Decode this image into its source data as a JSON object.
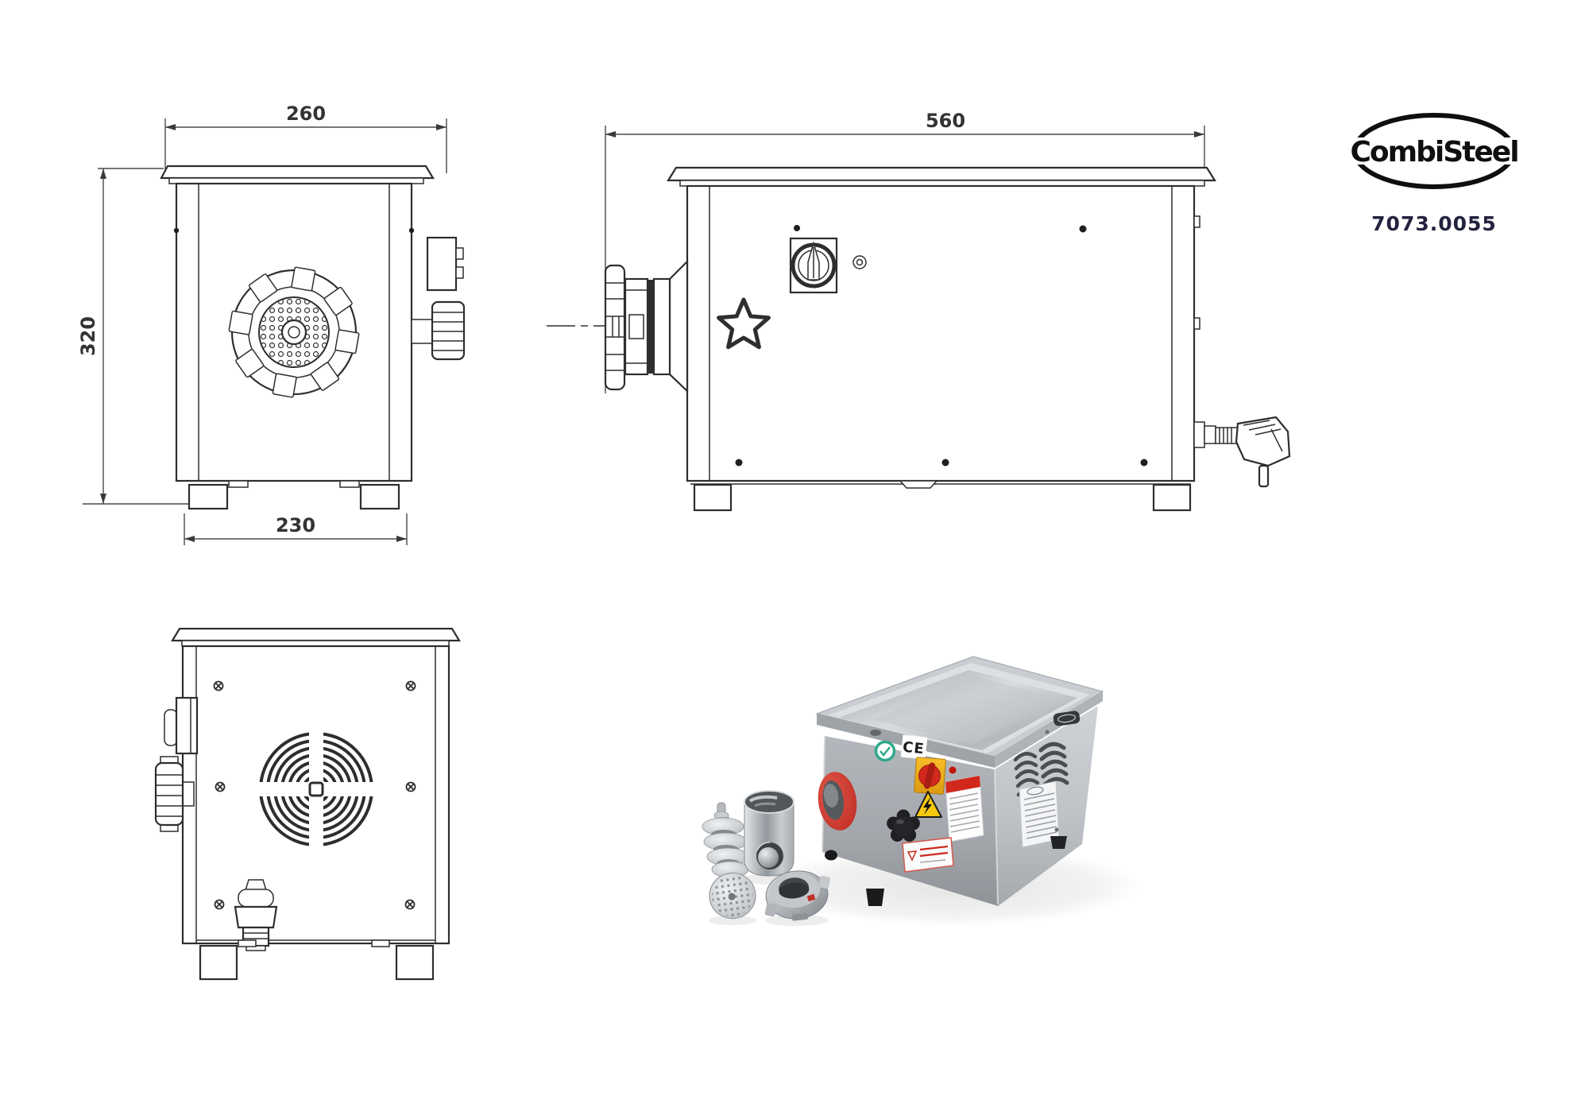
{
  "brand": {
    "name": "CombiSteel",
    "product_code": "7073.0055"
  },
  "drawings": {
    "front_view": {
      "label": "front-view-drawing",
      "dim_top": "260",
      "dim_left": "320",
      "dim_bottom": "230"
    },
    "side_view": {
      "label": "side-view-drawing",
      "dim_top": "560"
    },
    "back_view": {
      "label": "back-view-drawing"
    }
  },
  "photo": {
    "ce_mark": "CE"
  },
  "colors": {
    "line": "#2e2e2e",
    "dimension_text": "#333333",
    "code_navy": "#23233f",
    "flange_red": "#c5352b",
    "switch_yellow": "#f0a81c",
    "switch_knob_red": "#d2291d",
    "sticker_teal": "#2fa98c",
    "warning_yellow": "#f8c810",
    "label_red": "#d2281c",
    "steel_light": "#cdd1d5",
    "steel_dark": "#999da2"
  }
}
